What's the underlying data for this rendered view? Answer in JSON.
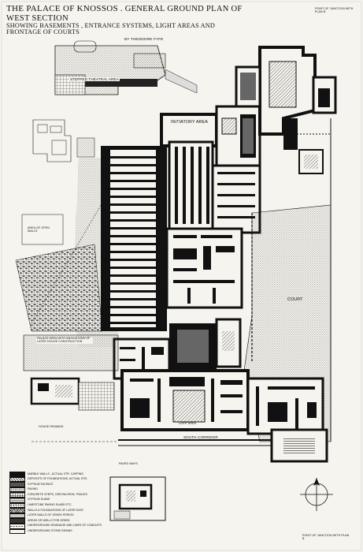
{
  "title": {
    "line1_a": "THE PALACE OF KNOSSOS",
    "line1_b": ". GENERAL GROUND PLAN OF WEST SECTION",
    "line2": "SHOWING BASEMENTS , ENTRANCE SYSTEMS, LIGHT AREAS AND FRONTAGE OF COURTS",
    "line3": "BY THEODORE FYFE"
  },
  "labels": {
    "junction_top": "POINT OF JUNCTION WITH PLAN B",
    "junction_bottom": "POINT OF JUNCTION WITH PLAN B",
    "theatral": "STEPPED THEATRAL AREA",
    "initiatory": "INITIATORY AREA",
    "court": "COURT",
    "south_corridor": "SOUTH CORRIDOR",
    "light_area": "LIGHT AREA",
    "palace_area": "PALACE AREA WITH INDICATIONS OF LATER HOUSE CONSTRUCTION",
    "house_remains": "HOUSE REMAINS",
    "area_kouloures": "AREA OF OPEN WALLS",
    "paved_ways": "PAVED WAYS"
  },
  "legend": [
    {
      "label": "MARBLE WALLS , ACTUAL STR. CAPPING",
      "pattern": "solid"
    },
    {
      "label": "DEPOSITS OF FOUNDATIONS, ACTUAL STR.",
      "pattern": "hatch"
    },
    {
      "label": "GYPSUM FACINGS",
      "pattern": "dense"
    },
    {
      "label": "PAVING",
      "pattern": "dots"
    },
    {
      "label": "CONCRETE STEPS, CRETAN IRON, TRACES",
      "pattern": "grid"
    },
    {
      "label": "GYPSUM SLABS",
      "pattern": "lines"
    },
    {
      "label": "LIMESTONE PAVING SLABS ETC.",
      "pattern": "stones"
    },
    {
      "label": "WALLS & FOUNDATIONS OF LATER DATE",
      "pattern": "cross"
    },
    {
      "label": "LATER WALLS OF GREEK PERIOD",
      "pattern": "light"
    },
    {
      "label": "AREAS OR WELLS FOR GREEK",
      "pattern": "dark"
    },
    {
      "label": "UNDERGROUND DRAINAGE AND LINES OF CONDUITS",
      "pattern": "dashes"
    },
    {
      "label": "UNDERGROUND STONE DRAINS",
      "pattern": "outline"
    }
  ],
  "compass": {
    "icon": "north-arrow-icon"
  },
  "colors": {
    "ink": "#111111",
    "paper": "#f6f4ee"
  }
}
